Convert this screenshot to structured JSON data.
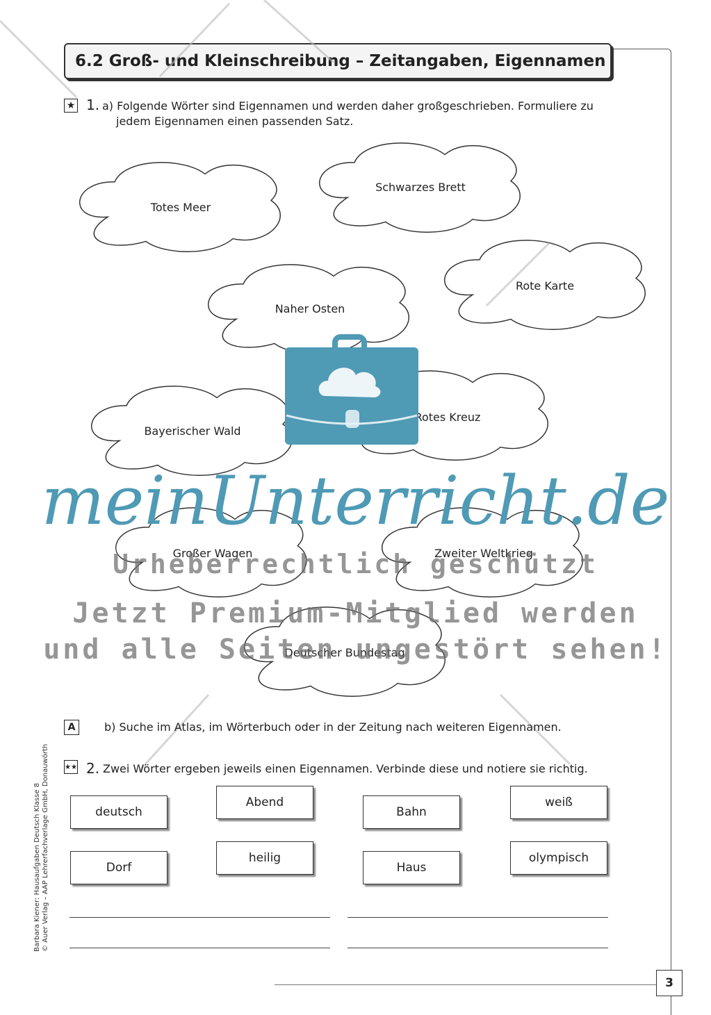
{
  "header": {
    "title": "6.2 Groß- und Kleinschreibung – Zeitangaben, Eigennamen"
  },
  "task1": {
    "marker": "★",
    "number": "1.",
    "instruction_a": "a) Folgende Wörter sind Eigennamen und werden daher großgeschrieben. Formuliere zu",
    "instruction_b": "jedem Eigennamen einen passenden Satz.",
    "clouds": [
      "Totes Meer",
      "Schwarzes Brett",
      "Rote Karte",
      "Naher Osten",
      "Bayerischer Wald",
      "Rotes Kreuz",
      "Großer Wagen",
      "Zweiter Weltkrieg",
      "Deutscher Bundestag"
    ],
    "part_b_marker": "A",
    "part_b": "b) Suche im Atlas, im Wörterbuch oder in der Zeitung nach weiteren Eigennamen."
  },
  "task2": {
    "marker": "★★",
    "number": "2.",
    "instruction": "Zwei Wörter ergeben jeweils einen Eigennamen. Verbinde diese und notiere sie richtig.",
    "words": [
      "deutsch",
      "Abend",
      "Bahn",
      "weiß",
      "Dorf",
      "heilig",
      "Haus",
      "olympisch"
    ]
  },
  "sidebar": {
    "line1": "Barbara Kiener: Hausaufgaben Deutsch Klasse 8",
    "line2": "© Auer Verlag – AAP Lehrerfachverlage GmbH, Donauwörth"
  },
  "page_number": "3",
  "watermark": {
    "brand": "meinUnterricht.de",
    "line1": "Urheberrechtlich geschützt",
    "line2": "Jetzt Premium-Mitglied werden",
    "line3": "und alle Seiten ungestört sehen!"
  },
  "colors": {
    "brand_blue": "#4f9ab5",
    "watermark_gray": "#6e6e6e"
  }
}
